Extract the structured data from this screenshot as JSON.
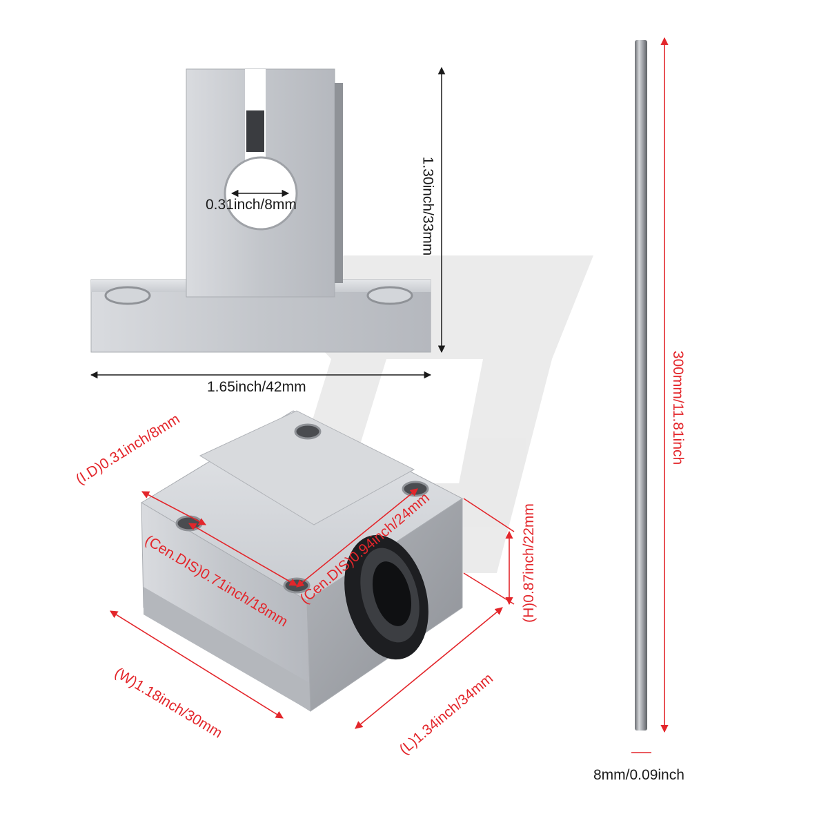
{
  "support": {
    "hole_label": "0.31inch/8mm",
    "height_label": "1.30inch/33mm",
    "width_label": "1.65inch/42mm"
  },
  "bearing_block": {
    "inner_diameter_label": "(I.D)0.31inch/8mm",
    "center_distance_long_label": "(Cen.DIS)0.94inch/24mm",
    "center_distance_short_label": "(Cen.DIS)0.71inch/18mm",
    "height_label": "(H)0.87inch/22mm",
    "width_label": "(W)1.18inch/30mm",
    "length_label": "(L)1.34inch/34mm"
  },
  "rod": {
    "length_label": "300mm/11.81inch",
    "diameter_label": "8mm/0.09inch"
  },
  "colors": {
    "dimension_red": "#e3262b",
    "dimension_black": "#1a1a1a",
    "aluminum": "#c9ccd1"
  }
}
